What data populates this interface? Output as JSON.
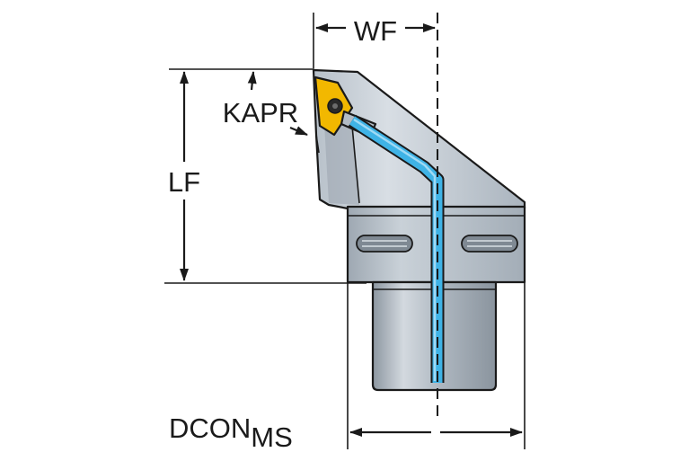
{
  "labels": {
    "wf": "WF",
    "kapr": "KAPR",
    "lf": "LF",
    "dcon": "DCON",
    "dcon_subscript": "MS"
  },
  "colors": {
    "body_light": "#c8d0d8",
    "body_mid": "#a9b3bc",
    "body_dark": "#8f99a3",
    "insert": "#f2b800",
    "coolant": "#3fb3e6",
    "line": "#1a1a1a"
  }
}
